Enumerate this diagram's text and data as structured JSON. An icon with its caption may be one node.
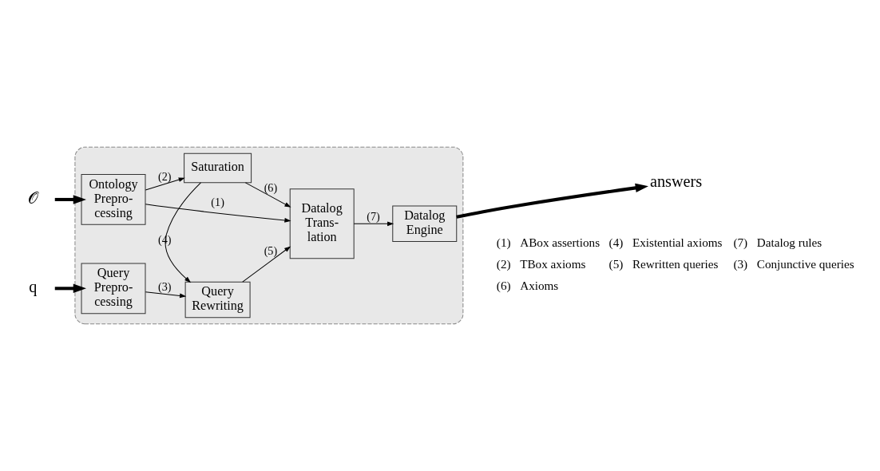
{
  "diagram": {
    "nodes": [
      {
        "text": [],
        "shape": "box"
      },
      {
        "text": [
          "Ontology Prepro- cessing"
        ],
        "in": 0
      },
      {
        "text": [
          "Saturation"
        ],
        "in": 0
      },
      {
        "text": [
          "Query Prepro- cessing"
        ],
        "in": 0
      },
      {
        "text": [
          "Query Rewriting"
        ],
        "in": 0
      },
      {
        "text": [
          "Datalog Trans- lation"
        ],
        "in": 0
      },
      {
        "text": [
          "Datalog Engine"
        ],
        "in": 0
      },
      {
        "text": [
          "𝒪"
        ]
      },
      {
        "text": [
          "q"
        ]
      },
      {
        "text": [
          "answers"
        ]
      }
    ],
    "edges": [
      {
        "from": 7,
        "to": 1,
        "arrow": "to",
        "style": "thick"
      },
      {
        "from": 8,
        "to": 3,
        "arrow": "to",
        "style": "thick"
      },
      {
        "from": 1,
        "to": 5,
        "arrow": "to",
        "label": "(1)"
      },
      {
        "from": 1,
        "to": 2,
        "arrow": "to",
        "label": "(2)"
      },
      {
        "from": 3,
        "to": 4,
        "arrow": "to",
        "label": "(3)"
      },
      {
        "from": 2,
        "to": 4,
        "arrow": "to",
        "label": "(4)"
      },
      {
        "from": 4,
        "to": 5,
        "arrow": "to",
        "label": "(5)"
      },
      {
        "from": 2,
        "to": 5,
        "arrow": "to",
        "label": "(6)"
      },
      {
        "from": 5,
        "to": 6,
        "arrow": "to",
        "label": "(7)"
      },
      {
        "from": 6,
        "to": 9,
        "arrow": "to",
        "style": "thick"
      }
    ],
    "labels": [
      "(1)",
      "ABox assertions",
      "(4)",
      "Existential axioms",
      "(7)",
      "Datalog rules",
      "(2)",
      "TBox axioms",
      "(5)",
      "Rewritten queries",
      "(3)",
      "Conjunctive queries",
      "(6)",
      "Axioms"
    ]
  }
}
